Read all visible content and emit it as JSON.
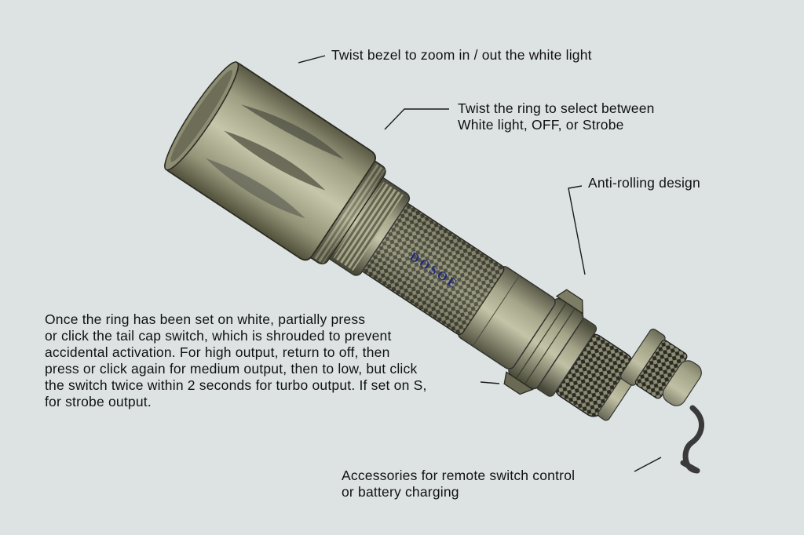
{
  "brand": "DOSOE",
  "callouts": {
    "bezel": "Twist bezel to zoom in / out the white light",
    "ring": [
      "Twist the ring to select between",
      "White light, OFF, or Strobe"
    ],
    "anti_rolling": "Anti-rolling design",
    "instructions": [
      "Once the ring has been set on white, partially press",
      "or click the tail cap switch, which is shrouded to prevent",
      "accidental activation. For high output, return to off, then",
      "press or click again for medium output, then to low, but click",
      "the switch twice within 2 seconds for turbo output. If set on S,",
      "for strobe output."
    ],
    "accessories": [
      "Accessories for remote switch control",
      "or battery charging"
    ]
  },
  "colors": {
    "background": "#dde3e3",
    "metal": "#a9a98c",
    "metal_dark": "#5f5f4a",
    "knurl": "#2c2c24",
    "leader": "#1a1a1a"
  }
}
